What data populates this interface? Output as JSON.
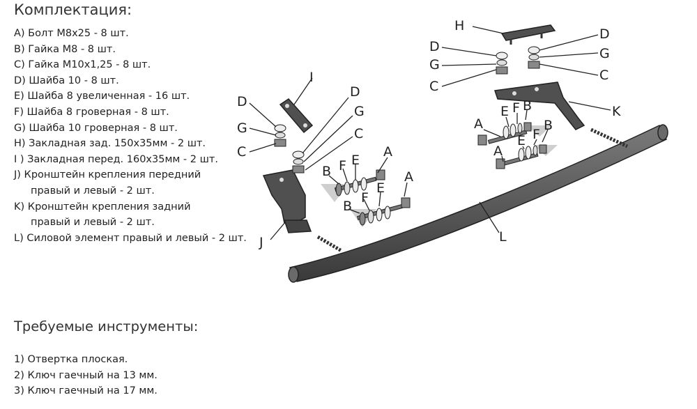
{
  "kit": {
    "title": "Комплектация:",
    "items": [
      {
        "text": "A) Болт М8х25 - 8 шт.",
        "cont": false
      },
      {
        "text": "B) Гайка М8 - 8 шт.",
        "cont": false
      },
      {
        "text": "C) Гайка М10х1,25 - 8 шт.",
        "cont": false
      },
      {
        "text": "D) Шайба 10 - 8 шт.",
        "cont": false
      },
      {
        "text": "E) Шайба 8 увеличенная - 16 шт.",
        "cont": false
      },
      {
        "text": "F) Шайба 8 гроверная - 8 шт.",
        "cont": false
      },
      {
        "text": "G) Шайба 10 гроверная - 8 шт.",
        "cont": false
      },
      {
        "text": "H) Закладная зад. 150х35мм - 2 шт.",
        "cont": false
      },
      {
        "text": " I ) Закладная перед. 160х35мм - 2 шт.",
        "cont": false
      },
      {
        "text": "J) Кронштейн крепления передний",
        "cont": false
      },
      {
        "text": "правый и левый - 2 шт.",
        "cont": true
      },
      {
        "text": "K) Кронштейн крепления задний",
        "cont": false
      },
      {
        "text": "правый и левый - 2 шт.",
        "cont": true
      },
      {
        "text": "L) Силовой элемент правый  и левый - 2 шт.",
        "cont": false
      }
    ]
  },
  "tools": {
    "title": "Требуемые инструменты:",
    "items": [
      "1) Отвертка плоская.",
      "2) Ключ гаечный на 13 мм.",
      "3) Ключ гаечный на 17 мм."
    ]
  },
  "diagram": {
    "labels": {
      "H": "H",
      "D1": "D",
      "D2": "D",
      "G1": "G",
      "G2": "G",
      "C1": "C",
      "C2": "C",
      "K": "K",
      "E1": "E",
      "F1": "F",
      "B1": "B",
      "A1": "A",
      "A2": "A",
      "E2": "E",
      "F2": "F",
      "B2": "B",
      "I": "I",
      "D3": "D",
      "G3": "G",
      "C3": "C",
      "D4": "D",
      "G4": "G",
      "C4": "C",
      "A3": "A",
      "B3": "B",
      "F3": "F",
      "E3": "E",
      "A4": "A",
      "E4": "E",
      "F4": "F",
      "B4": "B",
      "J": "J",
      "L": "L"
    },
    "colors": {
      "metal": "#555555",
      "metal_dark": "#2a2a2a",
      "washer": "#e8e8e8",
      "arrow": "#cfcfcf"
    }
  }
}
